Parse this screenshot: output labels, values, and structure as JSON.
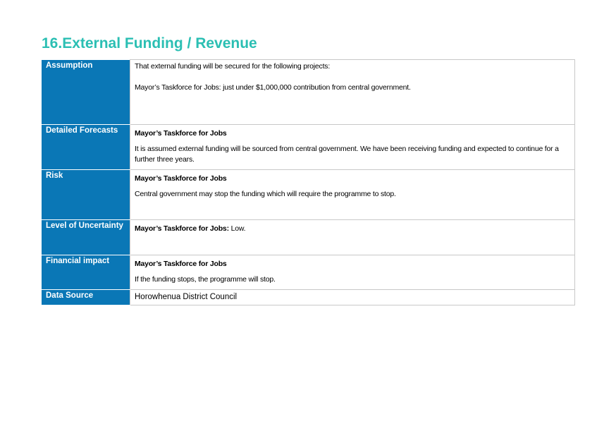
{
  "section": {
    "title": "16.External Funding / Revenue"
  },
  "rows": {
    "assumption": {
      "label": "Assumption",
      "line1": "That external funding will be secured for the following projects:",
      "line2": "Mayor’s Taskforce for Jobs: just under $1,000,000 contribution from central government."
    },
    "detailed_forecasts": {
      "label": "Detailed Forecasts",
      "subheading": "Mayor’s Taskforce for Jobs",
      "text": "It is assumed external funding will be sourced from central government. We have been receiving funding and expected to continue for a further three years."
    },
    "risk": {
      "label": "Risk",
      "subheading": "Mayor’s Taskforce for Jobs",
      "text": "Central government may stop the funding which will require the programme to stop."
    },
    "uncertainty": {
      "label": "Level of Uncertainty",
      "subheading": "Mayor’s Taskforce for Jobs:",
      "value": " Low."
    },
    "financial_impact": {
      "label": "Financial impact",
      "subheading": "Mayor’s Taskforce for Jobs",
      "text": "If the funding stops, the programme will stop."
    },
    "data_source": {
      "label": "Data Source",
      "text": "Horowhenua District Council"
    }
  },
  "colors": {
    "heading": "#2bbfb3",
    "label_background": "#0a77b6",
    "label_text": "#ffffff",
    "border": "#c8c8c8"
  }
}
